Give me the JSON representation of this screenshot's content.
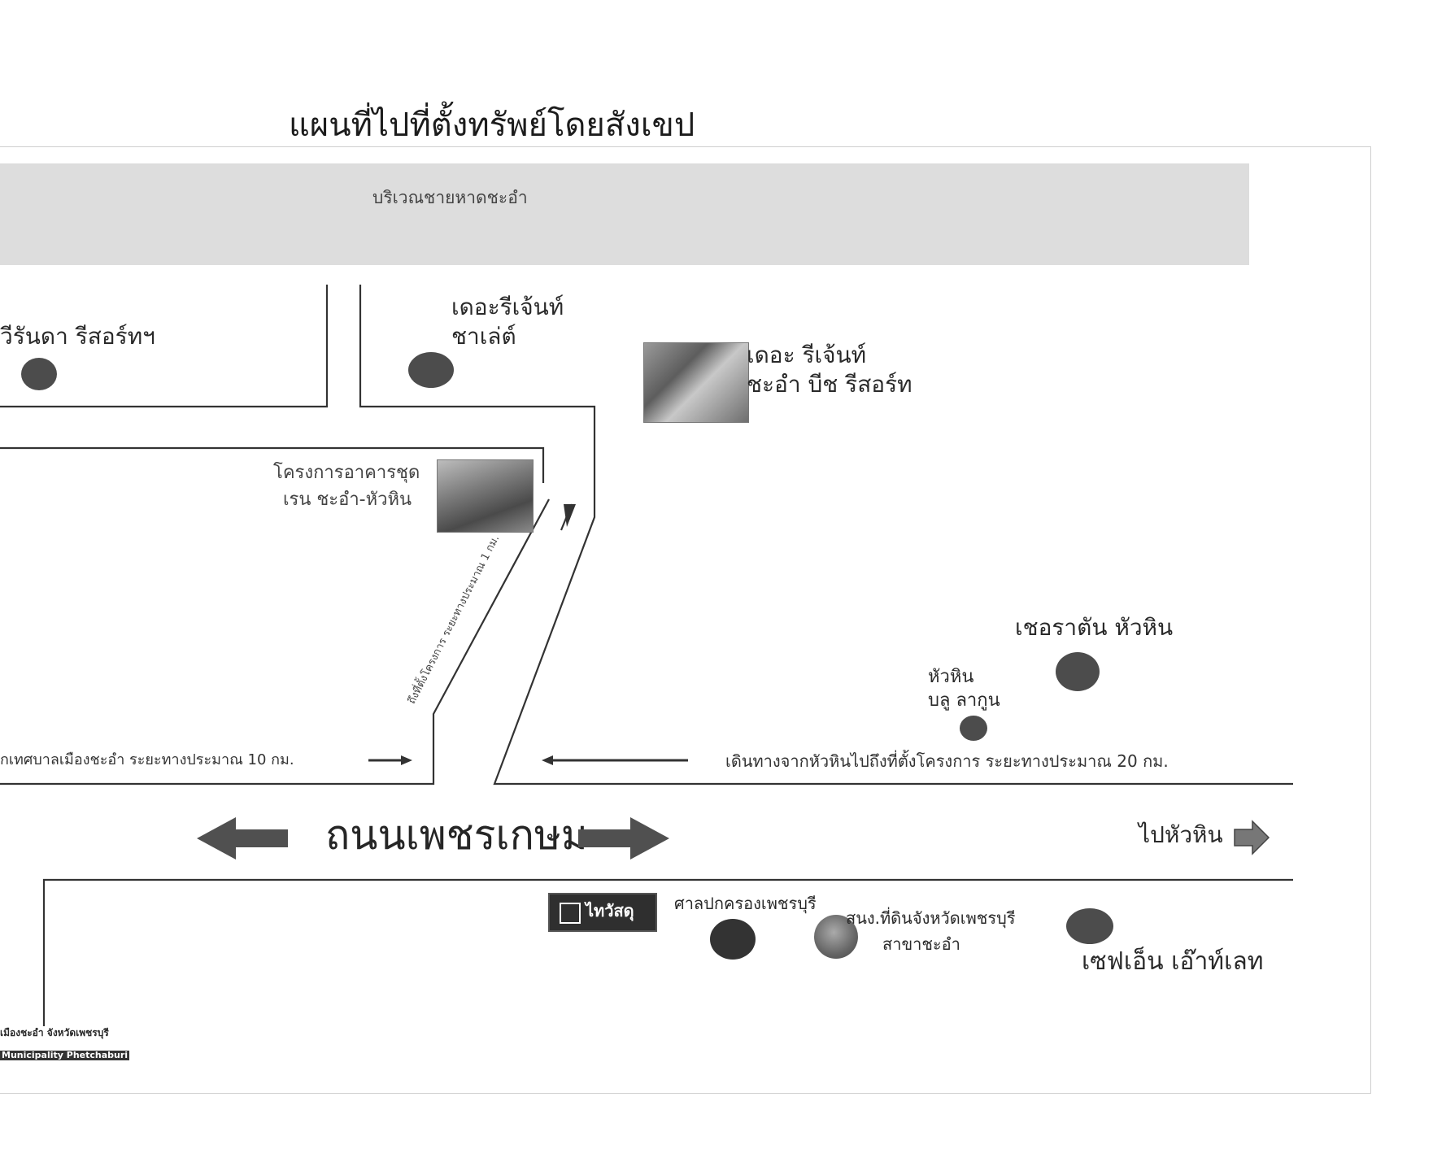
{
  "map": {
    "title": "แผนที่ไปที่ตั้งทรัพย์โดยสังเขป",
    "beach_area": "บริเวณชายหาดชะอำ",
    "road_name": "ถนนเพชรเกษม",
    "to_hua_hin": "ไปหัวหิน"
  },
  "places": {
    "veranda_resort": "วีรันดา รีสอร์ทฯ",
    "regent_chalet_line1": "เดอะรีเจ้นท์",
    "regent_chalet_line2": "ชาเล่ต์",
    "regent_beach_line1": "เดอะ รีเจ้นท์",
    "regent_beach_line2": "ชะอำ บีช รีสอร์ท",
    "project_line1": "โครงการอาคารชุด",
    "project_line2": "เรน ชะอำ-หัวหิน",
    "sheraton": "เชอราตัน หัวหิน",
    "blue_lagoon_line1": "หัวหิน",
    "blue_lagoon_line2": "บลู ลากูน",
    "local_admin": "ศาลปกครองเพชรบุรี",
    "land_office_line1": "สนง.ที่ดินจังหวัดเพชรบุรี",
    "land_office_line2": "สาขาชะอำ",
    "six_senses": "เซฟเอ็น เอ๊าท์เลท",
    "thaiwatsadu": "ไทวัสดุ",
    "municipality_line1": "เมืองชะอำ จังหวัดเพชรบุรี",
    "municipality_line2": "Municipality Phetchaburi"
  },
  "directions": {
    "from_chaam": "กเทศบาลเมืองชะอำ ระยะทางประมาณ 10 กม.",
    "from_huahin": "เดินทางจากหัวหินไปถึงที่ตั้งโครงการ ระยะทางประมาณ 20 กม.",
    "to_project": "ถึงที่ตั้งโครงการ ระยะทางประมาณ 1 กม."
  }
}
